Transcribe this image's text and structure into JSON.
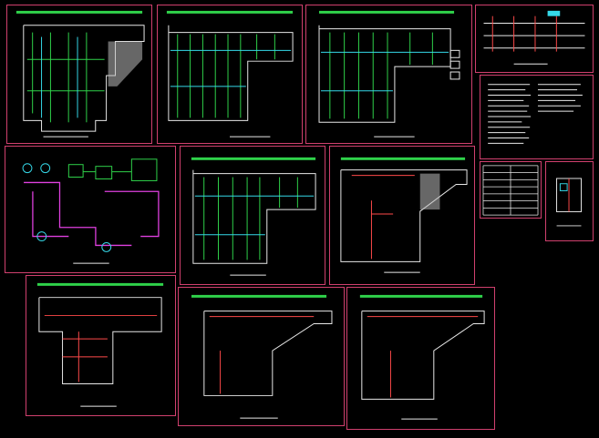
{
  "colors": {
    "background": "#000000",
    "sheet_border": "#d0406e",
    "grid_green": "#2fd24a",
    "wall_white": "#e8e8e8",
    "pipe_red": "#ff4a4a",
    "pipe_magenta": "#e040e0",
    "cyan": "#35d8e8"
  },
  "sheets": [
    {
      "id": "floor-plan-basement-1",
      "kind": "floor-plan"
    },
    {
      "id": "floor-plan-2",
      "kind": "floor-plan"
    },
    {
      "id": "floor-plan-3",
      "kind": "floor-plan"
    },
    {
      "id": "riser-diagram",
      "kind": "riser"
    },
    {
      "id": "design-notes",
      "kind": "notes"
    },
    {
      "id": "equipment-table",
      "kind": "table"
    },
    {
      "id": "detail-small",
      "kind": "detail"
    },
    {
      "id": "system-schematic",
      "kind": "schematic"
    },
    {
      "id": "floor-plan-4",
      "kind": "floor-plan"
    },
    {
      "id": "floor-plan-5",
      "kind": "floor-plan"
    },
    {
      "id": "floor-plan-6",
      "kind": "floor-plan"
    },
    {
      "id": "floor-plan-7",
      "kind": "floor-plan"
    },
    {
      "id": "floor-plan-8",
      "kind": "floor-plan"
    }
  ]
}
